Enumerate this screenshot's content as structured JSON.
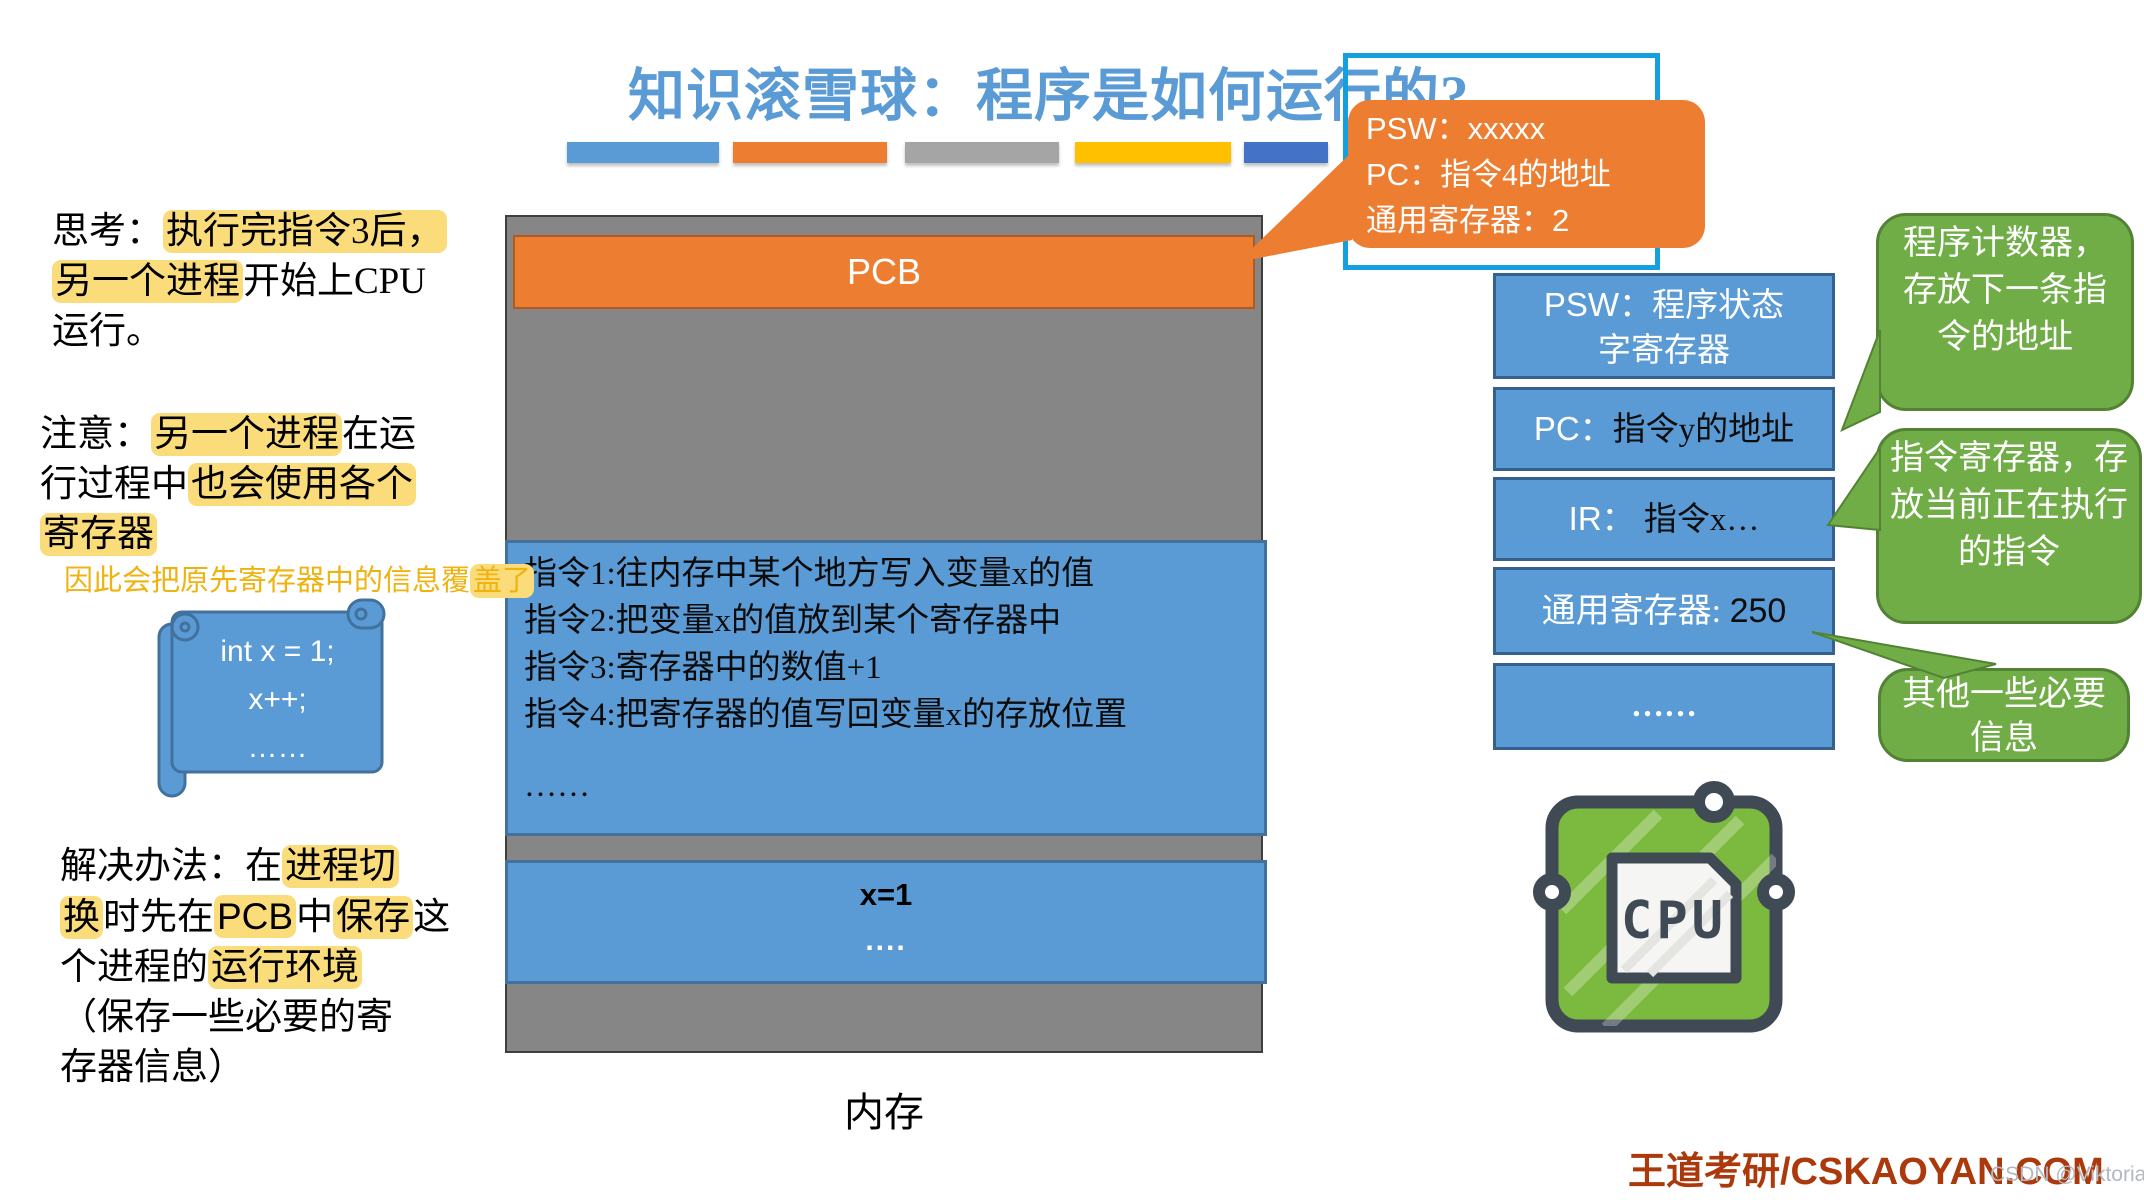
{
  "title": "知识滚雪球：程序是如何运行的?",
  "colors": {
    "accent_blue": "#5B9BD5",
    "accent_orange": "#ED7D31",
    "accent_gray": "#A5A5A5",
    "accent_yellow": "#FFC000",
    "accent_dark_blue": "#4472C4",
    "highlight": "#FBDC7A",
    "register_blue": "#5B9BD5",
    "callout_green": "#70AD47",
    "memory_gray": "#868686",
    "selection_border": "#14A0DE",
    "brand_red": "#AC390B"
  },
  "notes": {
    "think": {
      "lines": [
        [
          {
            "t": "思考："
          },
          {
            "t": "执行完指令3后，",
            "cls": "hl"
          }
        ],
        [
          {
            "t": "另一个进程",
            "cls": "hl"
          },
          {
            "t": "开始上CPU"
          }
        ],
        [
          {
            "t": "运行。"
          }
        ]
      ]
    },
    "notice": {
      "lines": [
        [
          {
            "t": "注意："
          },
          {
            "t": "另一个进程",
            "cls": "hl"
          },
          {
            "t": "在运"
          }
        ],
        [
          {
            "t": "行过程中"
          },
          {
            "t": "也会使用各个",
            "cls": "hl"
          }
        ],
        [
          {
            "t": "寄存器",
            "cls": "hl"
          }
        ]
      ]
    },
    "overwrite": [
      {
        "t": "因此会把原先寄存器中的信息覆"
      },
      {
        "t": "盖了",
        "cls": "hl"
      }
    ],
    "solution": {
      "lines": [
        [
          {
            "t": "解决办法：在"
          },
          {
            "t": "进程切",
            "cls": "hl"
          }
        ],
        [
          {
            "t": "换",
            "cls": "hl"
          },
          {
            "t": "时先在"
          },
          {
            "t": "PCB",
            "cls": "hl lat"
          },
          {
            "t": "中"
          },
          {
            "t": "保存",
            "cls": "hl"
          },
          {
            "t": "这"
          }
        ],
        [
          {
            "t": "个进程的"
          },
          {
            "t": "运行环境",
            "cls": "hl"
          }
        ],
        [
          {
            "t": "（保存一些必要的寄"
          }
        ],
        [
          {
            "t": "存器信息）"
          }
        ]
      ]
    }
  },
  "code_scroll": {
    "lines": [
      "int x = 1;",
      "x++;",
      "……"
    ]
  },
  "memory": {
    "label": "内存",
    "pcb_label": "PCB",
    "instructions": [
      "指令1:往内存中某个地方写入变量x的值",
      "指令2:把变量x的值放到某个寄存器中",
      "指令3:寄存器中的数值+1",
      "指令4:把寄存器的值写回变量x的存放位置",
      "……"
    ],
    "data_block": {
      "line1": "x=1",
      "line2": "...."
    }
  },
  "saved_context_callout": {
    "lines": [
      [
        {
          "t": "PSW：",
          "cls": "lat"
        },
        {
          "t": "xxxxx",
          "cls": "lat"
        }
      ],
      [
        {
          "t": "PC：",
          "cls": "lat"
        },
        {
          "t": "指令4的地址"
        }
      ],
      [
        {
          "t": "通用寄存器："
        },
        {
          "t": "2",
          "cls": "lat"
        }
      ]
    ]
  },
  "registers": {
    "psw": {
      "lines": [
        [
          {
            "t": "PSW：",
            "cls": "w lat"
          },
          {
            "t": "程序状态",
            "cls": "w"
          }
        ],
        [
          {
            "t": "字寄存器",
            "cls": "w"
          }
        ]
      ]
    },
    "pc": {
      "segs": [
        {
          "t": "PC：",
          "cls": "w lat"
        },
        {
          "t": "指令y的地址",
          "cls": "b"
        }
      ]
    },
    "ir": {
      "segs": [
        {
          "t": "IR：  ",
          "cls": "w lat"
        },
        {
          "t": "指令x…",
          "cls": "b"
        }
      ]
    },
    "general": {
      "segs": [
        {
          "t": "通用寄存器: ",
          "cls": "w"
        },
        {
          "t": "250",
          "cls": "b lat"
        }
      ]
    },
    "dots": {
      "segs": [
        {
          "t": "……",
          "cls": "w"
        }
      ]
    }
  },
  "green_callouts": {
    "pc_note": "程序计数器，存放下一条指令的地址",
    "ir_note": "指令寄存器，存放当前正在执行的指令",
    "other_note": "其他一些必要信息"
  },
  "cpu_icon_label": "CPU",
  "footer": {
    "brand": "王道考研/CSKAOYAN.COM",
    "watermark": "CSDN @Viktoriae"
  }
}
